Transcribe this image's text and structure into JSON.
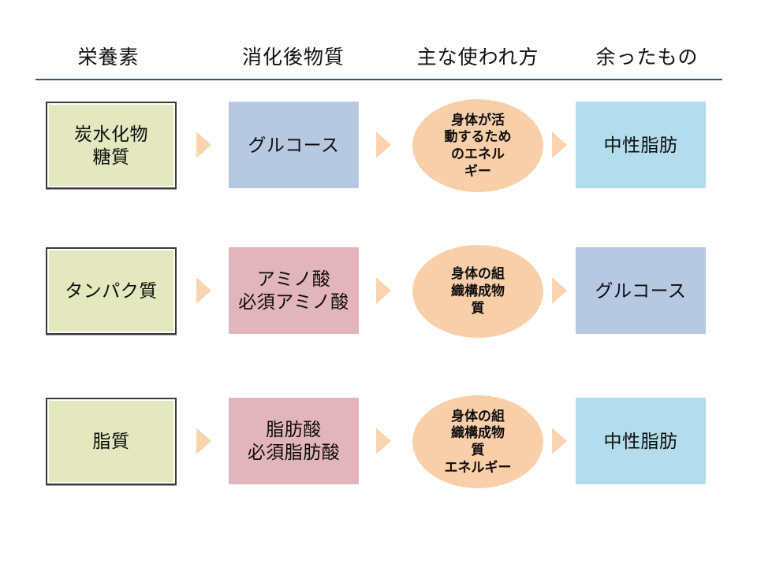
{
  "diagram": {
    "title_headers": [
      {
        "label": "栄養素"
      },
      {
        "label": "消化後物質"
      },
      {
        "label": "主な使われ方"
      },
      {
        "label": "余ったもの"
      }
    ],
    "colors": {
      "nutrient_fill": "#e3e8be",
      "nutrient_border": "#3a3a3a",
      "blue_fill": "#b7c9e2",
      "pink_fill": "#e2b4bb",
      "cyan_fill": "#b3ddec",
      "ellipse_fill": "#f9cfa9",
      "arrow_fill": "#fad4b0",
      "rule_color": "#31596b"
    },
    "rows": [
      {
        "nutrient": "炭水化物\n糖質",
        "digested": "グルコース",
        "usage": "身体が活\n動するため\nのエネル\nギー",
        "surplus": "中性脂肪",
        "digested_fill": "blue",
        "surplus_fill": "cyan"
      },
      {
        "nutrient": "タンパク質",
        "digested": "アミノ酸\n必須アミノ酸",
        "usage": "身体の組\n織構成物\n質",
        "surplus": "グルコース",
        "digested_fill": "pink",
        "surplus_fill": "blue"
      },
      {
        "nutrient": "脂質",
        "digested": "脂肪酸\n必須脂肪酸",
        "usage": "身体の組\n織構成物\n質\nエネルギー",
        "surplus": "中性脂肪",
        "digested_fill": "pink",
        "surplus_fill": "cyan"
      }
    ],
    "arrow_icon": "triangle-right-icon"
  }
}
